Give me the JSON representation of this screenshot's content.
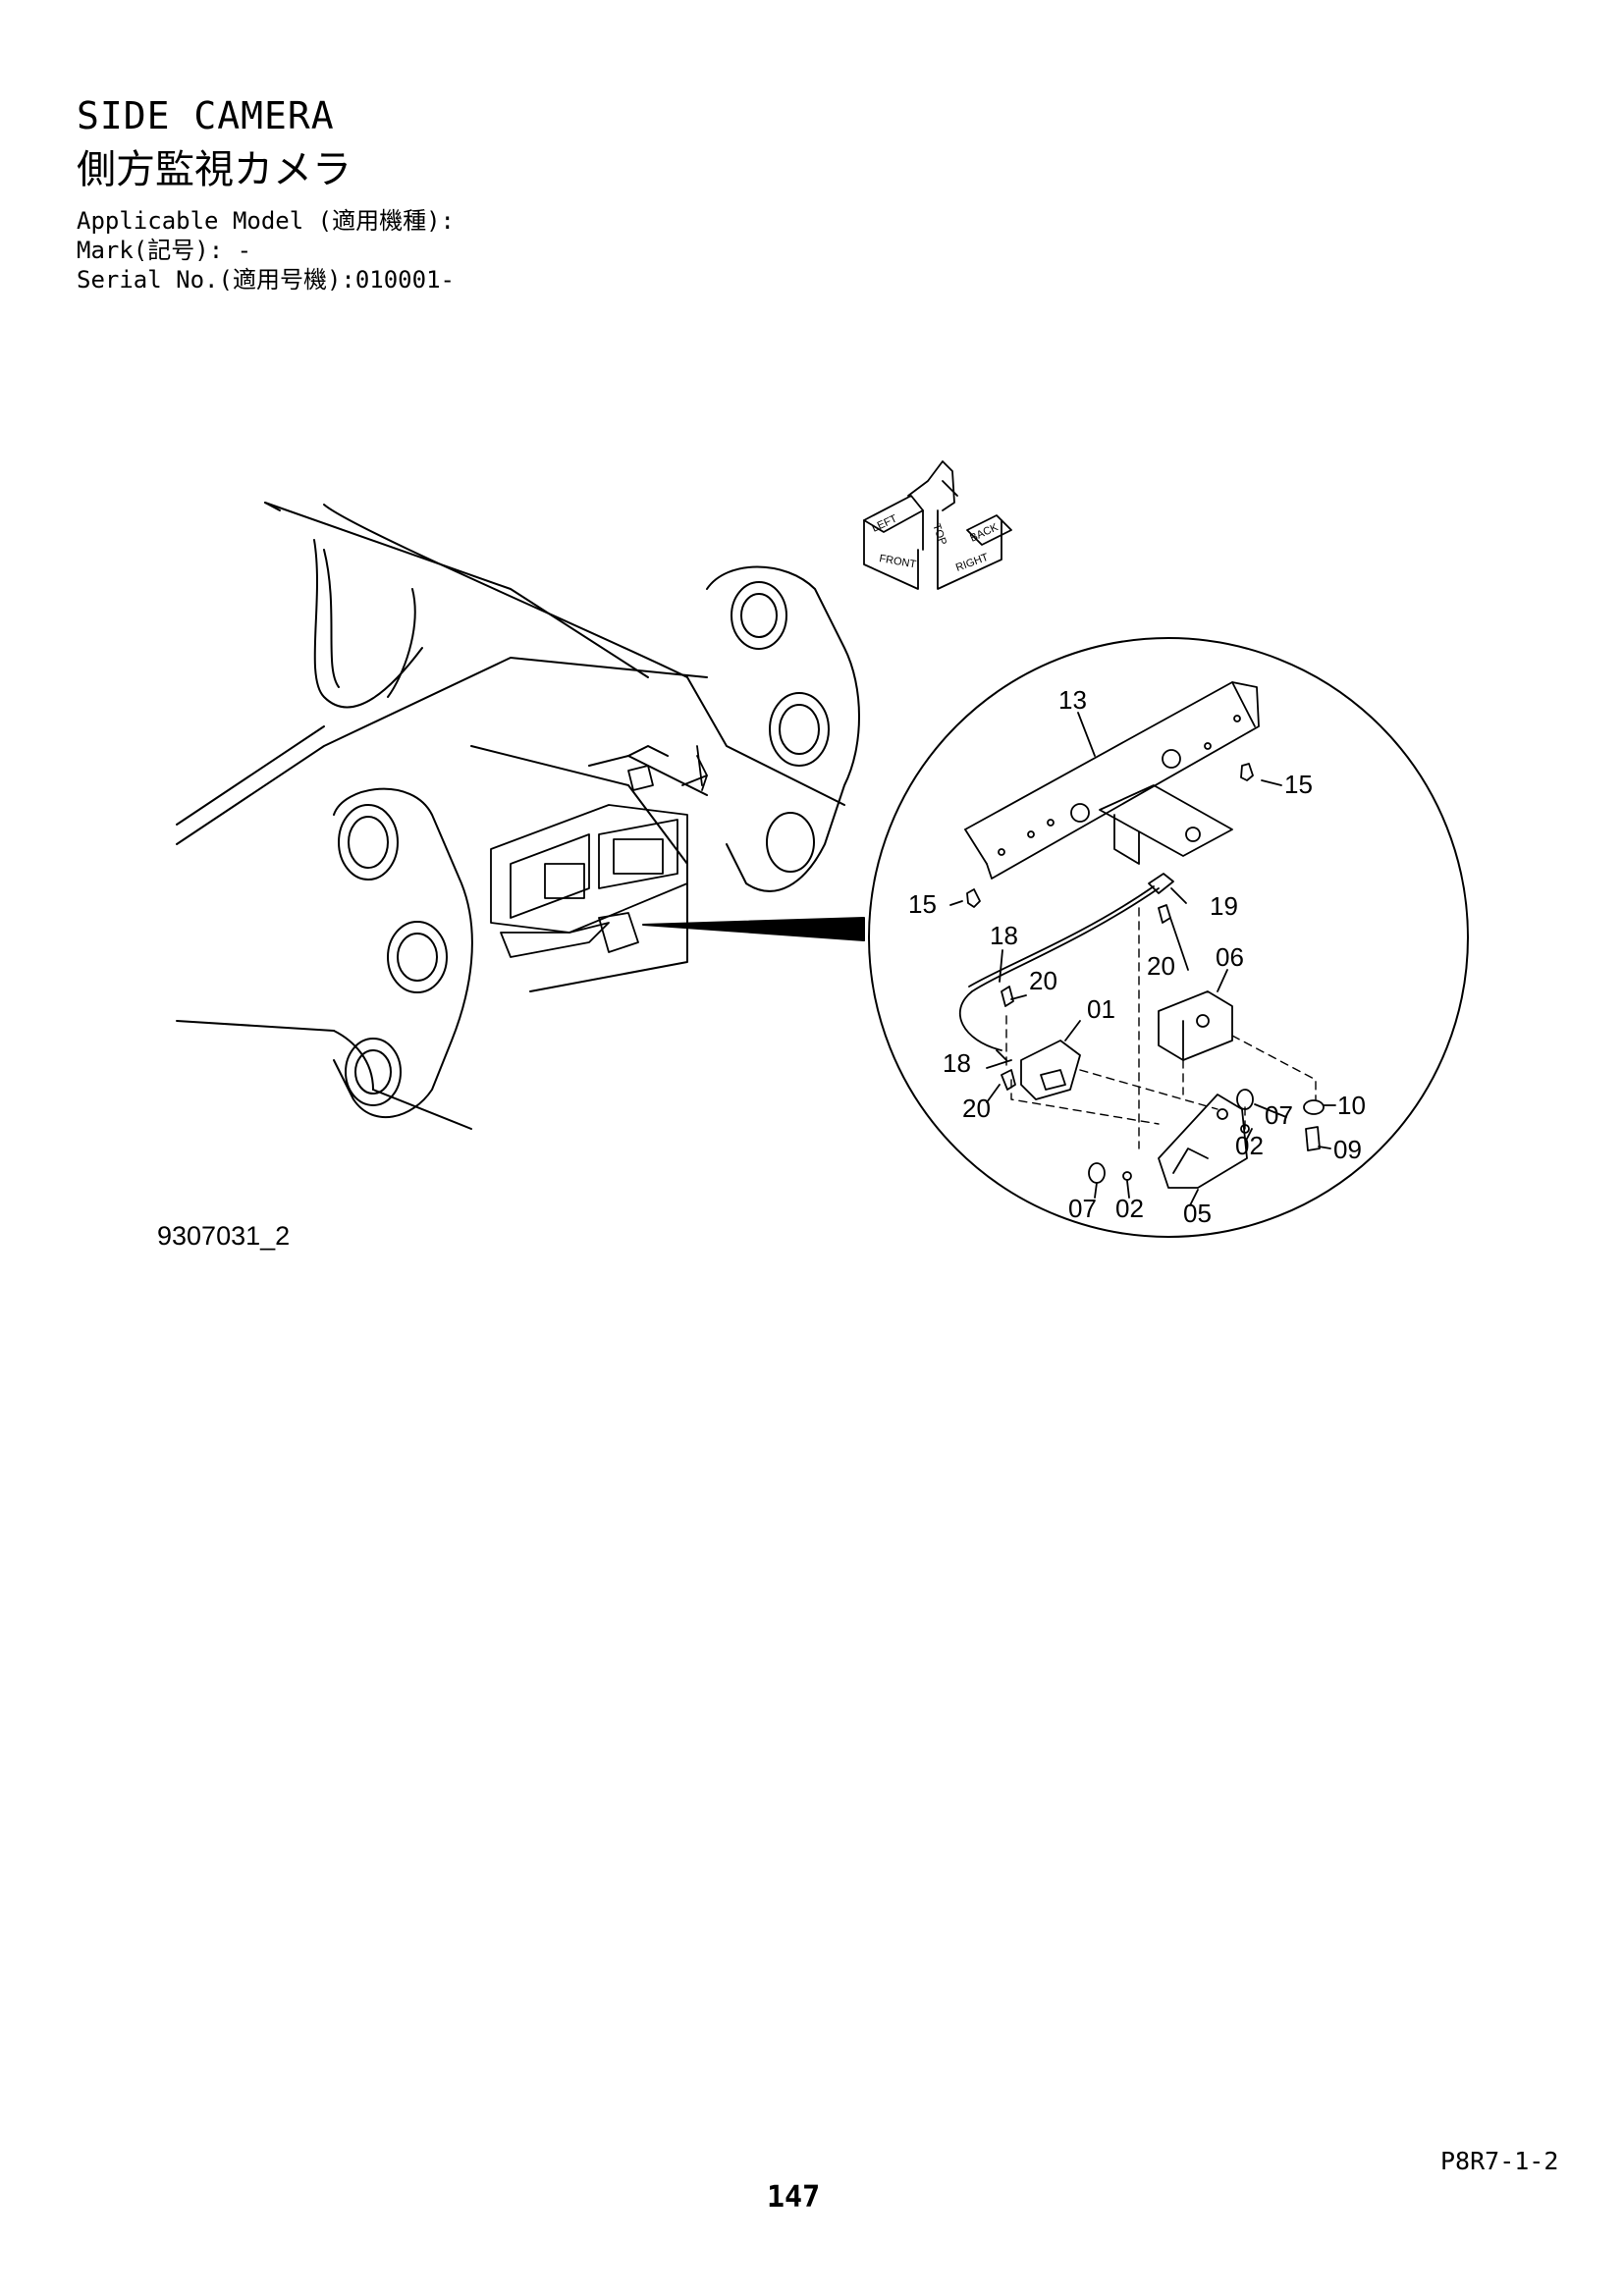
{
  "header": {
    "title_en": "SIDE CAMERA",
    "title_ja": "側方監視カメラ",
    "applicable_model": "Applicable Model (適用機種):",
    "mark": "Mark(記号): -",
    "serial": "Serial No.(適用号機):010001-"
  },
  "orientation_icon": {
    "labels": [
      "FRONT",
      "RIGHT",
      "TOP",
      "LEFT",
      "BACK"
    ]
  },
  "callouts": [
    "13",
    "15",
    "15",
    "19",
    "18",
    "20",
    "20",
    "06",
    "01",
    "18",
    "20",
    "07",
    "10",
    "02",
    "09",
    "07",
    "02",
    "05"
  ],
  "footer": {
    "drawing_number": "9307031_2",
    "page_code": "P8R7-1-2",
    "page_number": "147"
  }
}
